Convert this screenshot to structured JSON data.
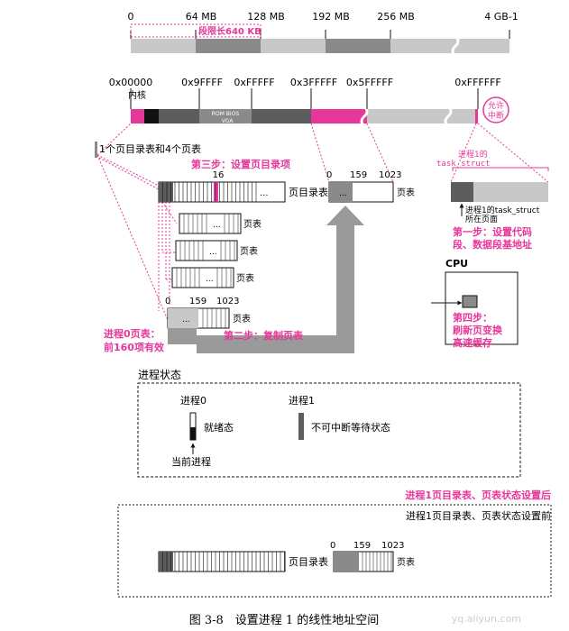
{
  "colors": {
    "magenta": "#e8379a",
    "dark": "#5d5d5d",
    "mid": "#8a8a8a",
    "light": "#c8c8c8",
    "black": "#111111"
  },
  "top_bar": {
    "ticks": [
      "0",
      "64 MB",
      "128 MB",
      "192 MB",
      "256 MB",
      "4 GB-1"
    ],
    "segment_label": "段限长640 KB"
  },
  "mem_bar": {
    "ticks": [
      "0x00000",
      "0x9FFFF",
      "0xFFFFF",
      "0x3FFFFF",
      "0x5FFFFF",
      "0xFFFFFF"
    ],
    "kernel_label": "内核",
    "rom_label": "ROM BIOS",
    "vga_label": "VGA",
    "interrupt_label": "允许中断"
  },
  "labels": {
    "dir_and_tables": "1个页目录表和4个页表",
    "step3": "第三步：设置页目录项",
    "dir_index": "16",
    "page_dir": "页目录表",
    "page_table": "页表",
    "ellipsis": "...",
    "idx_0": "0",
    "idx_159": "159",
    "idx_1023": "1023",
    "proc0_tables": "进程0页表：",
    "proc0_valid": "前160项有效",
    "step2": "第二步：复制页表",
    "proc1_struct": "进程1的",
    "task_struct": "task_struct",
    "proc1_struct_page": "进程1的task_struct",
    "page_located": "所在页面",
    "step1_a": "第一步：设置代码",
    "step1_b": "段、数据段基地址",
    "cpu": "CPU",
    "step4_a": "第四步：",
    "step4_b": "刷新页变换",
    "step4_c": "高速缓存"
  },
  "process_state": {
    "title": "进程状态",
    "proc0": "进程0",
    "proc1": "进程1",
    "ready": "就绪态",
    "uninterruptible": "不可中断等待状态",
    "current": "当前进程"
  },
  "legend": {
    "after": "进程1页目录表、页表状态设置后",
    "before": "进程1页目录表、页表状态设置前",
    "dir": "页目录表",
    "table": "页表",
    "idx_0": "0",
    "idx_159": "159",
    "idx_1023": "1023"
  },
  "caption": "图 3-8　设置进程 1 的线性地址空间",
  "watermark": "yq.aliyun.com"
}
